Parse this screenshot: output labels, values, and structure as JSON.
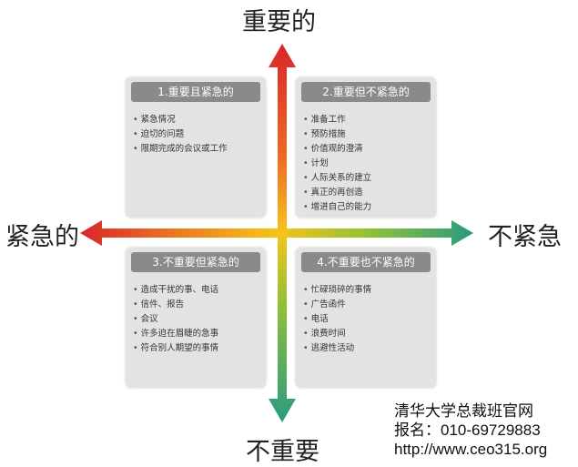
{
  "axes": {
    "top": "重要的",
    "bottom": "不重要",
    "left": "紧急的",
    "right": "不紧急"
  },
  "quadrants": [
    {
      "title": "1.重要且紧急的",
      "items": [
        "紧急情况",
        "迫切的问题",
        "限期完成的会议或工作"
      ]
    },
    {
      "title": "2.重要但不紧急的",
      "items": [
        "准备工作",
        "预防措施",
        "价值观的澄清",
        "计划",
        "人际关系的建立",
        "真正的再创造",
        "增进自己的能力"
      ]
    },
    {
      "title": "3.不重要但紧急的",
      "items": [
        "造成干扰的事、电话",
        "信件、报告",
        "会议",
        "许多迫在眉睫的急事",
        "符合别人期望的事情"
      ]
    },
    {
      "title": "4.不重要也不紧急的",
      "items": [
        "忙碌琐碎的事情",
        "广告函件",
        "电话",
        "浪费时间",
        "逃避性活动"
      ]
    }
  ],
  "footer": {
    "line1": "清华大学总裁班官网",
    "line2": "报名：010-69729883",
    "line3": "http://www.ceo315.org"
  }
}
